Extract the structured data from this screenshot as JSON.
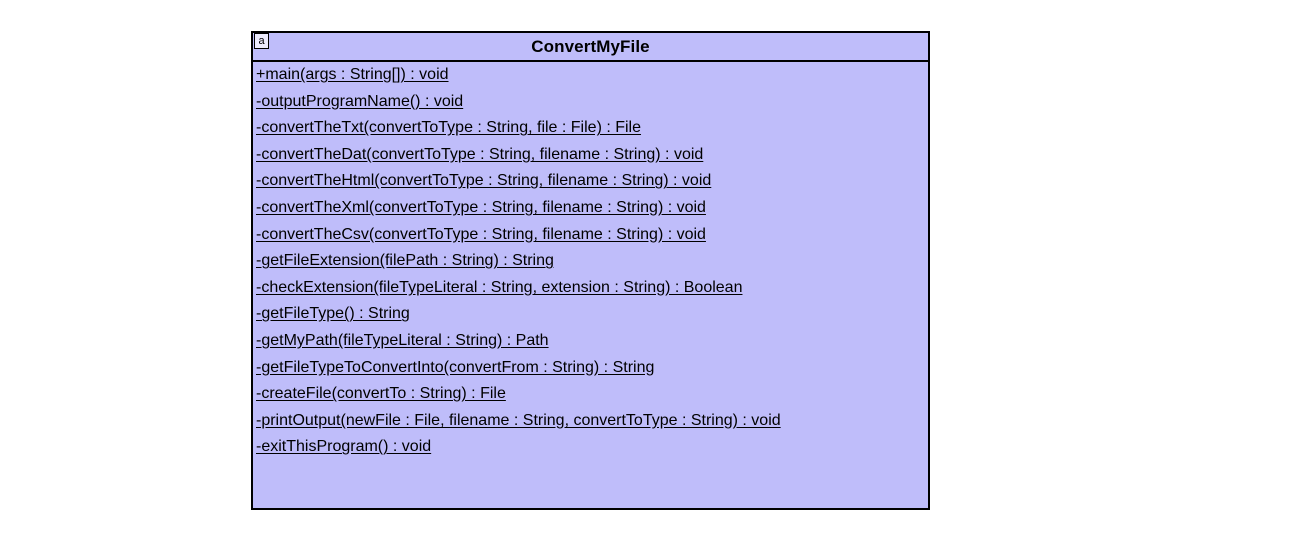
{
  "diagram": {
    "type": "uml-class-diagram",
    "background_color": "#ffffff",
    "classes": [
      {
        "name": "ConvertMyFile",
        "stereotype_marker": "a",
        "fill_color": "#bfbdfa",
        "border_color": "#000000",
        "attributes": [],
        "operations": [
          {
            "text": "+main(args : String[]) : void",
            "visibility": "+",
            "static": true
          },
          {
            "text": "-outputProgramName() : void",
            "visibility": "-",
            "static": true
          },
          {
            "text": "-convertTheTxt(convertToType : String, file : File) : File",
            "visibility": "-",
            "static": true
          },
          {
            "text": "-convertTheDat(convertToType : String, filename : String) : void",
            "visibility": "-",
            "static": true
          },
          {
            "text": "-convertTheHtml(convertToType : String, filename : String) : void",
            "visibility": "-",
            "static": true
          },
          {
            "text": "-convertTheXml(convertToType : String, filename : String) : void",
            "visibility": "-",
            "static": true
          },
          {
            "text": "-convertTheCsv(convertToType : String, filename : String) : void",
            "visibility": "-",
            "static": true
          },
          {
            "text": "-getFileExtension(filePath : String) : String",
            "visibility": "-",
            "static": true
          },
          {
            "text": "-checkExtension(fileTypeLiteral : String, extension : String) : Boolean",
            "visibility": "-",
            "static": true
          },
          {
            "text": "-getFileType() : String",
            "visibility": "-",
            "static": true
          },
          {
            "text": "-getMyPath(fileTypeLiteral : String) : Path",
            "visibility": "-",
            "static": true
          },
          {
            "text": "-getFileTypeToConvertInto(convertFrom : String) : String",
            "visibility": "-",
            "static": true
          },
          {
            "text": "-createFile(convertTo : String) : File",
            "visibility": "-",
            "static": true
          },
          {
            "text": "-printOutput(newFile : File, filename : String, convertToType : String) : void",
            "visibility": "-",
            "static": true
          },
          {
            "text": "-exitThisProgram() : void",
            "visibility": "-",
            "static": true
          }
        ]
      }
    ]
  }
}
